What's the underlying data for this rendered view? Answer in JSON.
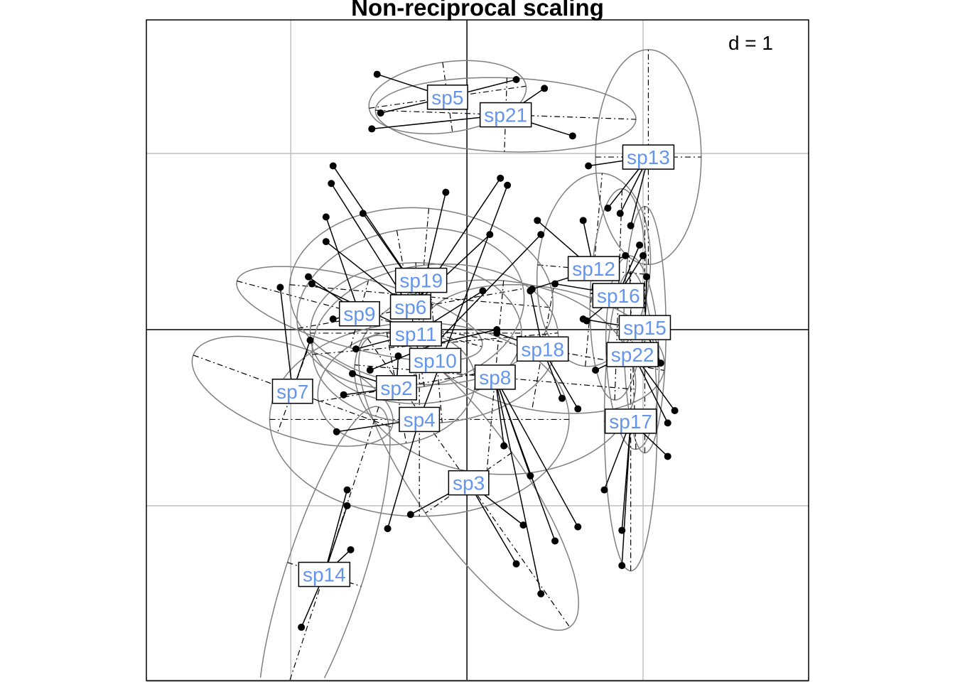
{
  "chart_data": {
    "type": "scatter",
    "title": "Non-reciprocal scaling",
    "grid_label": "d = 1",
    "grid_step": 1,
    "xlim": [
      -1.82,
      1.94
    ],
    "ylim": [
      -2.0,
      1.76
    ],
    "label_color": "#6495ED",
    "ellipse_color": "#808080",
    "classes": [
      {
        "name": "sp5",
        "center": [
          -0.11,
          1.32
        ],
        "ellipse": [
          0.45,
          0.2,
          8
        ],
        "points": [
          [
            -0.51,
            1.45
          ],
          [
            0.28,
            1.42
          ],
          [
            -0.49,
            1.23
          ]
        ]
      },
      {
        "name": "sp21",
        "center": [
          0.22,
          1.22
        ],
        "ellipse": [
          0.74,
          0.21,
          -2
        ],
        "points": [
          [
            0.44,
            1.37
          ],
          [
            -0.54,
            1.14
          ],
          [
            0.6,
            1.1
          ]
        ]
      },
      {
        "name": "sp13",
        "center": [
          1.03,
          0.98
        ],
        "ellipse": [
          0.61,
          0.3,
          90
        ],
        "points": [
          [
            0.69,
            0.93
          ],
          [
            0.8,
            0.69
          ],
          [
            0.87,
            0.66
          ],
          [
            0.93,
            0.59
          ]
        ]
      },
      {
        "name": "sp12",
        "center": [
          0.72,
          0.34
        ],
        "ellipse": [
          0.55,
          0.32,
          85
        ],
        "points": [
          [
            0.4,
            0.62
          ],
          [
            0.66,
            0.62
          ],
          [
            0.37,
            0.23
          ],
          [
            0.9,
            0.42
          ]
        ]
      },
      {
        "name": "sp16",
        "center": [
          0.86,
          0.2
        ],
        "ellipse": [
          0.6,
          0.16,
          88
        ],
        "points": [
          [
            0.98,
            0.48
          ],
          [
            1.0,
            0.42
          ],
          [
            0.68,
            0.05
          ],
          [
            0.5,
            0.26
          ]
        ]
      },
      {
        "name": "sp15",
        "center": [
          1.01,
          0.0
        ],
        "ellipse": [
          0.7,
          0.12,
          90
        ],
        "points": [
          [
            1.1,
            -0.19
          ],
          [
            0.66,
            0.06
          ],
          [
            1.02,
            0.3
          ]
        ]
      },
      {
        "name": "sp22",
        "center": [
          0.94,
          -0.13
        ],
        "ellipse": [
          0.55,
          0.15,
          92
        ],
        "points": [
          [
            1.18,
            -0.46
          ],
          [
            0.73,
            -0.23
          ],
          [
            1.14,
            -0.53
          ]
        ]
      },
      {
        "name": "sp17",
        "center": [
          0.93,
          -0.52
        ],
        "ellipse": [
          0.85,
          0.15,
          90
        ],
        "points": [
          [
            0.78,
            -0.91
          ],
          [
            0.88,
            -1.14
          ],
          [
            0.88,
            -1.34
          ],
          [
            1.14,
            -0.72
          ]
        ]
      },
      {
        "name": "sp18",
        "center": [
          0.43,
          -0.11
        ],
        "ellipse": [
          0.7,
          0.35,
          -10
        ],
        "points": [
          [
            0.54,
            -0.39
          ],
          [
            0.17,
            -0.02
          ],
          [
            0.63,
            -0.45
          ],
          [
            0.36,
            0.22
          ]
        ]
      },
      {
        "name": "sp8",
        "center": [
          0.16,
          -0.27
        ],
        "ellipse": [
          0.8,
          0.55,
          -5
        ],
        "points": [
          [
            0.5,
            -1.2
          ],
          [
            0.42,
            -1.5
          ],
          [
            0.63,
            -1.12
          ],
          [
            0.21,
            -0.66
          ],
          [
            0.36,
            -0.83
          ]
        ]
      },
      {
        "name": "sp3",
        "center": [
          0.01,
          -0.87
        ],
        "ellipse": [
          1.0,
          0.3,
          -55
        ],
        "points": [
          [
            0.28,
            -1.33
          ],
          [
            -0.32,
            -1.05
          ],
          [
            0.32,
            -1.11
          ]
        ]
      },
      {
        "name": "sp4",
        "center": [
          -0.27,
          -0.51
        ],
        "ellipse": [
          0.85,
          0.55,
          0
        ],
        "points": [
          [
            -0.45,
            -1.13
          ],
          [
            -0.74,
            -0.58
          ],
          [
            0.23,
            0.82
          ]
        ]
      },
      {
        "name": "sp2",
        "center": [
          -0.4,
          -0.33
        ],
        "ellipse": [
          0.45,
          0.32,
          10
        ],
        "points": [
          [
            -0.7,
            -0.37
          ],
          [
            -0.65,
            -0.25
          ],
          [
            -0.39,
            -0.15
          ]
        ]
      },
      {
        "name": "sp7",
        "center": [
          -0.99,
          -0.35
        ],
        "ellipse": [
          0.6,
          0.25,
          -20
        ],
        "points": [
          [
            -1.06,
            0.24
          ],
          [
            -0.89,
            -0.06
          ]
        ]
      },
      {
        "name": "sp14",
        "center": [
          -0.81,
          -1.39
        ],
        "ellipse": [
          1.0,
          0.22,
          72
        ],
        "points": [
          [
            -0.94,
            -1.69
          ],
          [
            -0.66,
            -1.25
          ],
          [
            -0.68,
            -1.0
          ],
          [
            -0.68,
            -0.91
          ]
        ]
      },
      {
        "name": "sp9",
        "center": [
          -0.61,
          0.09
        ],
        "ellipse": [
          0.72,
          0.2,
          -15
        ],
        "points": [
          [
            -0.9,
            0.3
          ],
          [
            -0.76,
            0.06
          ],
          [
            -0.8,
            0.64
          ]
        ]
      },
      {
        "name": "sp19",
        "center": [
          -0.26,
          0.19
        ],
        "ellipse": [
          0.75,
          0.5,
          -5
        ],
        "points": [
          [
            -0.76,
            0.93
          ],
          [
            0.19,
            0.86
          ],
          [
            -0.59,
            0.66
          ],
          [
            -0.12,
            0.78
          ]
        ]
      },
      {
        "name": "sp6",
        "center": [
          -0.32,
          0.12
        ],
        "ellipse": [
          0.65,
          0.45,
          10
        ],
        "points": [
          [
            -0.77,
            0.83
          ],
          [
            0.13,
            0.54
          ],
          [
            -0.8,
            0.5
          ]
        ]
      },
      {
        "name": "sp11",
        "center": [
          -0.29,
          -0.02
        ],
        "ellipse": [
          0.6,
          0.4,
          0
        ],
        "points": [
          [
            -0.88,
            0.26
          ],
          [
            0.09,
            0.22
          ],
          [
            -0.63,
            -0.11
          ]
        ]
      },
      {
        "name": "sp10",
        "center": [
          -0.18,
          -0.08
        ],
        "ellipse": [
          0.7,
          0.45,
          5
        ],
        "points": [
          [
            0.17,
            0.0
          ],
          [
            -0.55,
            -0.23
          ],
          [
            0.42,
            0.54
          ]
        ]
      }
    ]
  }
}
